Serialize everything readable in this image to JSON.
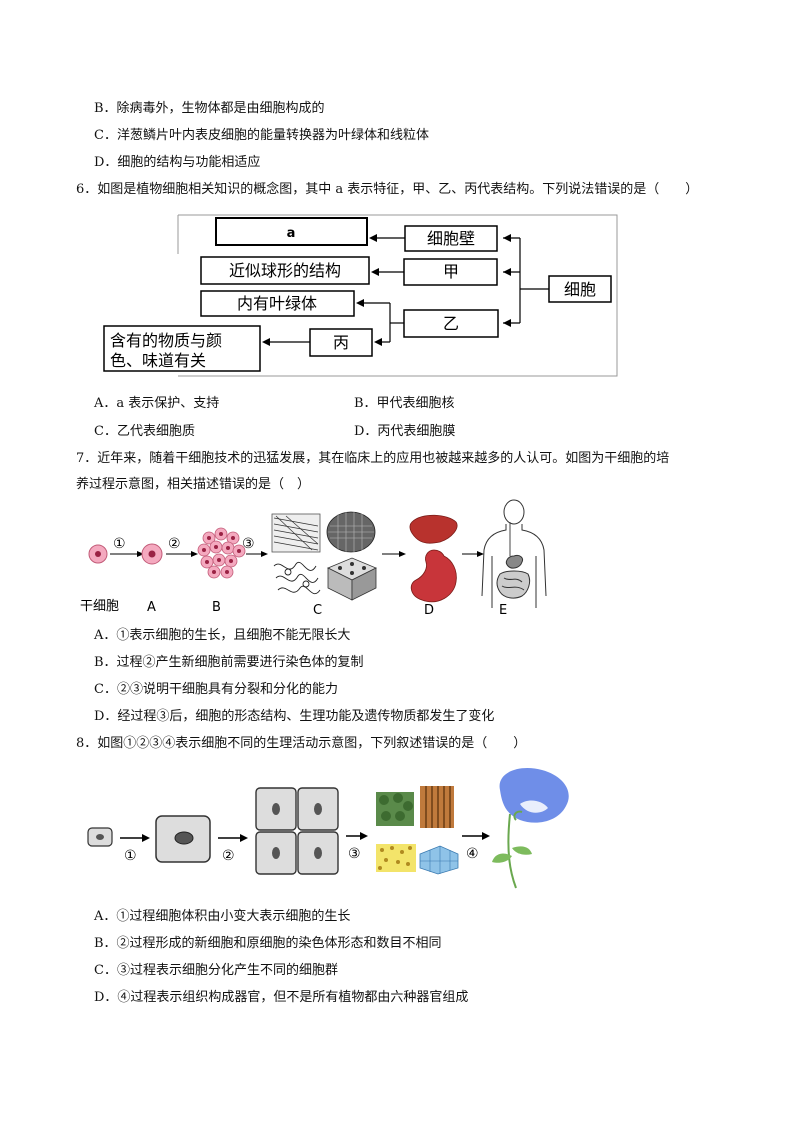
{
  "prev_options": [
    "B．除病毒外，生物体都是由细胞构成的",
    "C．洋葱鳞片叶内表皮细胞的能量转换器为叶绿体和线粒体",
    "D．细胞的结构与功能相适应"
  ],
  "q6": {
    "stem": "6．如图是植物细胞相关知识的概念图，其中 a 表示特征，甲、乙、丙代表结构。下列说法错误的是（　　）",
    "diagram": {
      "a": "a",
      "cell_wall": "细胞壁",
      "jia": "甲",
      "yi": "乙",
      "bing": "丙",
      "cell": "细胞",
      "sphere": "近似球形的结构",
      "chloroplast": "内有叶绿体",
      "substance_line1": "含有的物质与颜",
      "substance_line2": "色、味道有关"
    },
    "options": {
      "A": "A．a 表示保护、支持",
      "B": "B．甲代表细胞核",
      "C": "C．乙代表细胞质",
      "D": "D．丙代表细胞膜"
    }
  },
  "q7": {
    "stem1": "7．近年来，随着干细胞技术的迅猛发展，其在临床上的应用也被越来越多的人认可。如图为干细胞的培",
    "stem2": "养过程示意图，相关描述错误的是（　）",
    "figure": {
      "steps": [
        "①",
        "②",
        "③"
      ],
      "stem_cell_label": "干细胞",
      "labels": [
        "A",
        "B",
        "C",
        "D",
        "E"
      ]
    },
    "options": [
      "A．①表示细胞的生长，且细胞不能无限长大",
      "B．过程②产生新细胞前需要进行染色体的复制",
      "C．②③说明干细胞具有分裂和分化的能力",
      "D．经过程③后，细胞的形态结构、生理功能及遗传物质都发生了变化"
    ]
  },
  "q8": {
    "stem": "8．如图①②③④表示细胞不同的生理活动示意图，下列叙述错误的是（　　）",
    "figure": {
      "steps": [
        "①",
        "②",
        "③",
        "④"
      ]
    },
    "options": [
      "A．①过程细胞体积由小变大表示细胞的生长",
      "B．②过程形成的新细胞和原细胞的染色体形态和数目不相同",
      "C．③过程表示细胞分化产生不同的细胞群",
      "D．④过程表示组织构成器官，但不是所有植物都由六种器官组成"
    ]
  },
  "colors": {
    "cell_pink": "#e98fa6",
    "flower_blue": "#6f8ee8",
    "liver": "#b8322d",
    "stomach": "#c8353a"
  }
}
